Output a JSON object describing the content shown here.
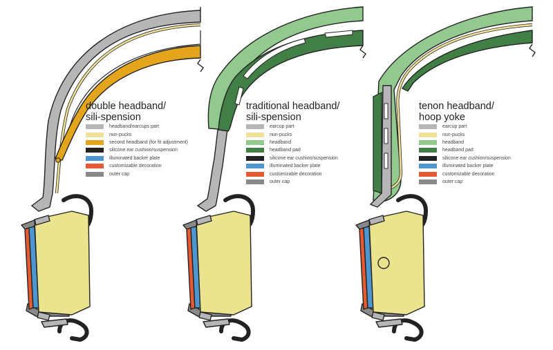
{
  "colors": {
    "gray": "#b7b5b7",
    "nunpuck": "#efe09a",
    "gold": "#e3a51c",
    "green": "#92c98e",
    "darkgreen": "#417f47",
    "black": "#222222",
    "blue": "#4d96cf",
    "red": "#e35a33",
    "cap": "#8a8889",
    "body": "#ece38f"
  },
  "panels": [
    {
      "title_line1": "double headband/",
      "title_line2": "sili-spension",
      "legend": [
        {
          "color": "gray",
          "label": "headband/earcups part"
        },
        {
          "color": "nunpuck",
          "label": "nun-pucks"
        },
        {
          "color": "gold",
          "label": "second headband (for fit adjustment)"
        },
        {
          "color": "black",
          "label": "silicone ear cushion/suspension"
        },
        {
          "color": "blue",
          "label": "illuminated backer plate"
        },
        {
          "color": "red",
          "label": "customizable decoration"
        },
        {
          "color": "cap",
          "label": "outer cap"
        }
      ]
    },
    {
      "title_line1": "traditional headband/",
      "title_line2": "sili-spension",
      "legend": [
        {
          "color": "gray",
          "label": "earcup part"
        },
        {
          "color": "nunpuck",
          "label": "nun-pucks"
        },
        {
          "color": "green",
          "label": "headband"
        },
        {
          "color": "darkgreen",
          "label": "headband pad"
        },
        {
          "color": "black",
          "label": "silicone ear cushion/suspension"
        },
        {
          "color": "blue",
          "label": "illuminated backer plate"
        },
        {
          "color": "red",
          "label": "customizable decoration"
        },
        {
          "color": "cap",
          "label": "outer cap"
        }
      ]
    },
    {
      "title_line1": "tenon headband/",
      "title_line2": "hoop yoke",
      "legend": [
        {
          "color": "gray",
          "label": "earcup part"
        },
        {
          "color": "nunpuck",
          "label": "nun-pucks"
        },
        {
          "color": "green",
          "label": "headband"
        },
        {
          "color": "darkgreen",
          "label": "headband pad"
        },
        {
          "color": "black",
          "label": "silicone ear cushion/suspension"
        },
        {
          "color": "blue",
          "label": "illuminated backer plate"
        },
        {
          "color": "red",
          "label": "customizable decoration"
        },
        {
          "color": "cap",
          "label": "outer cap"
        }
      ]
    }
  ]
}
